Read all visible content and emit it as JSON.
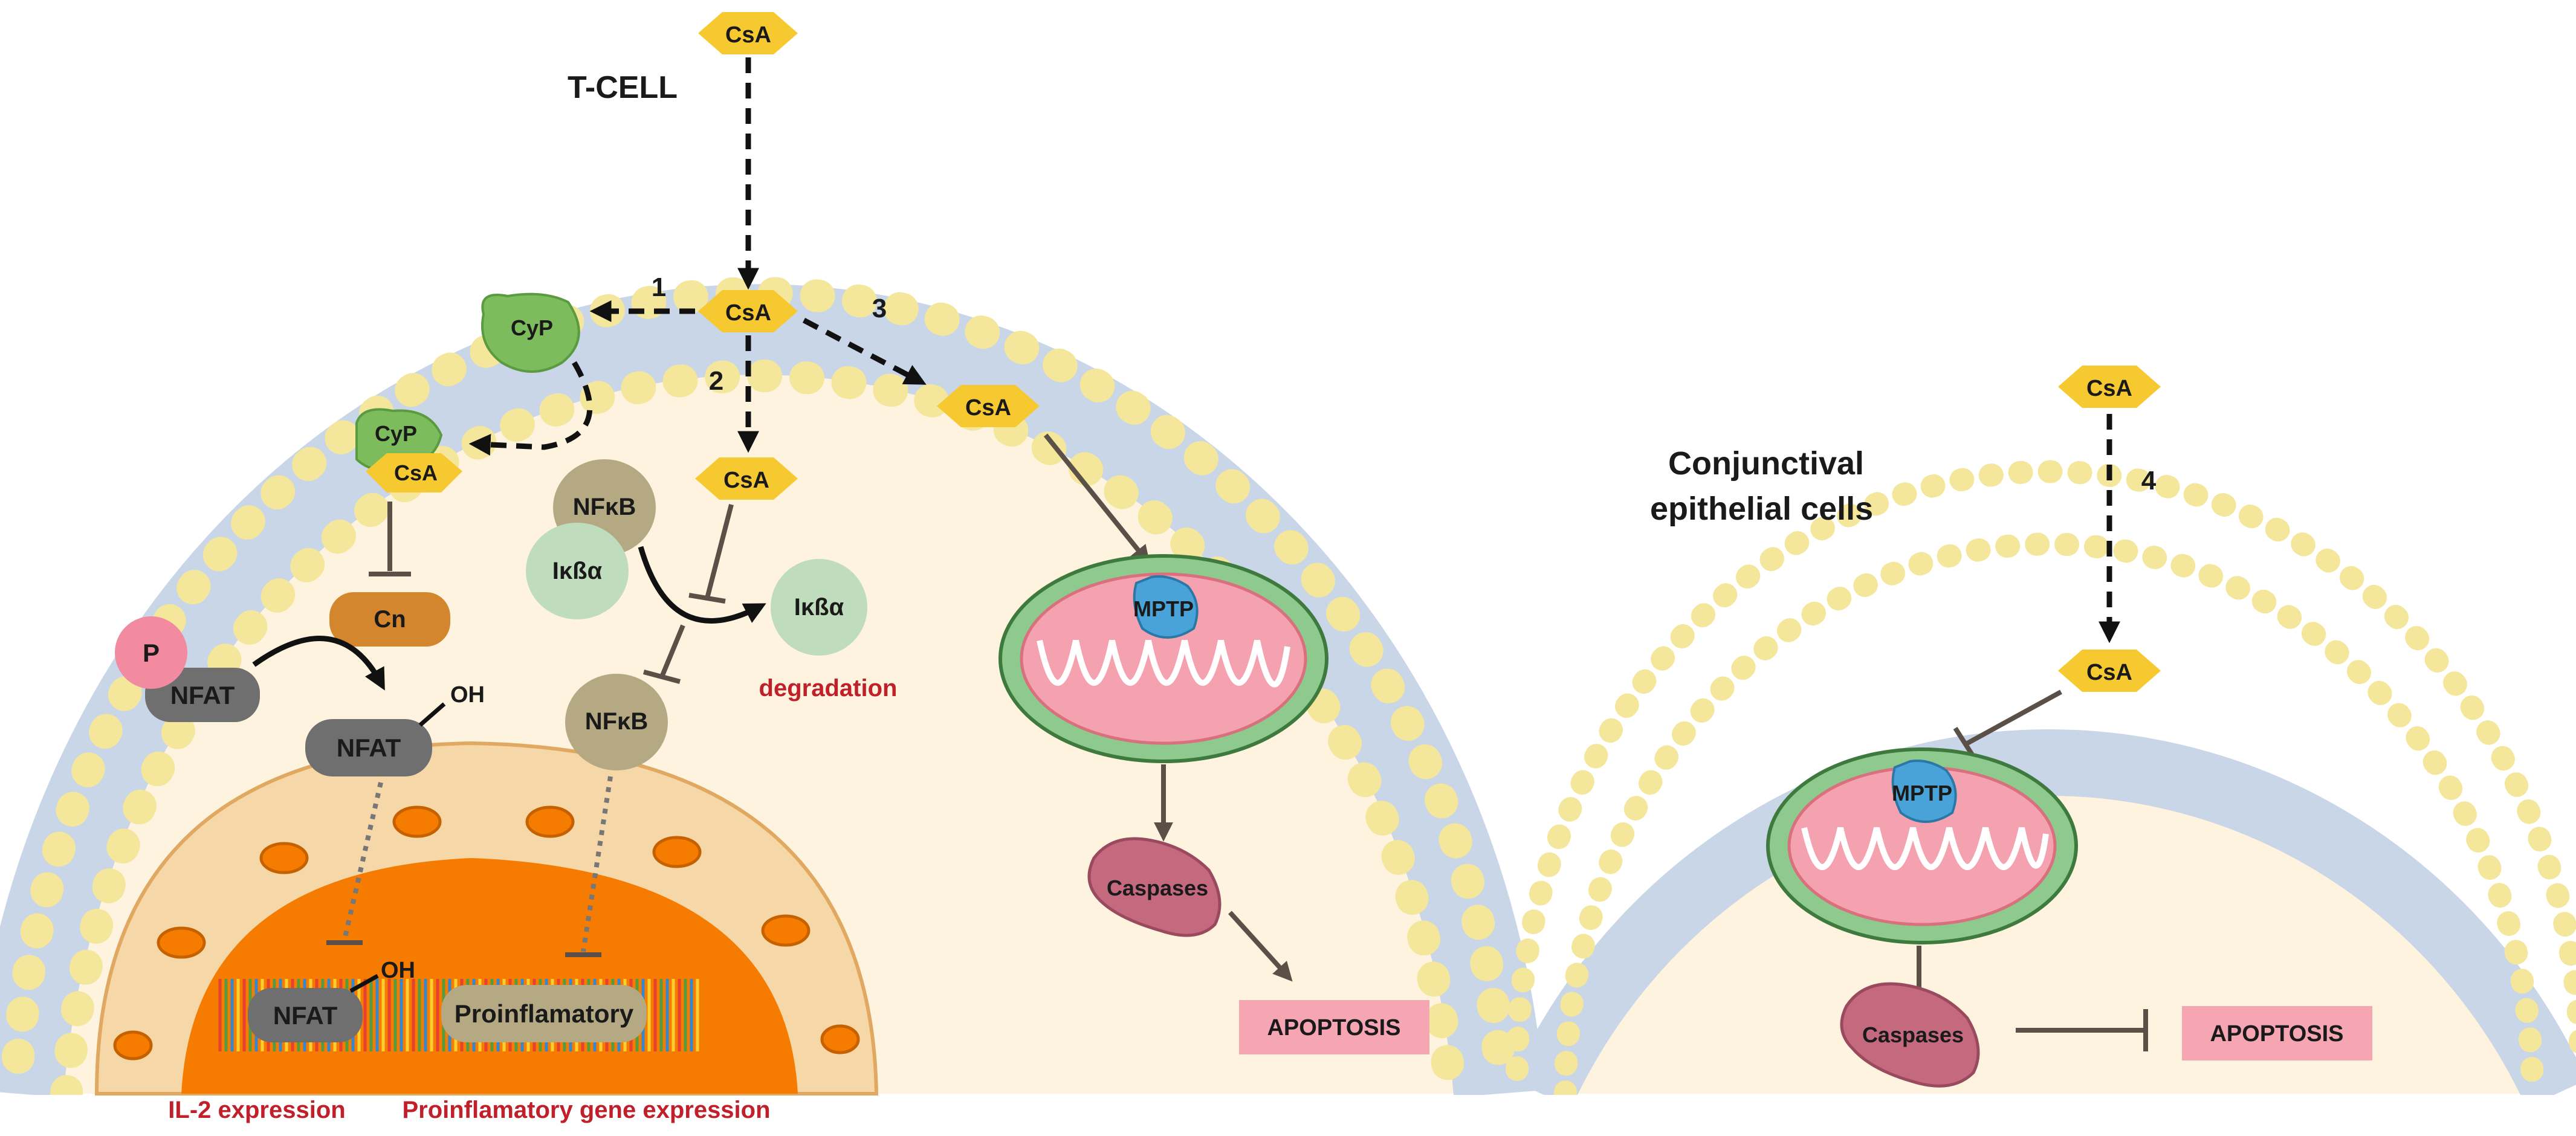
{
  "labels": {
    "tcell": "T-CELL",
    "conj_line1": "Conjunctival",
    "conj_line2": "epithelial cells",
    "csa": "CsA",
    "cyp": "CyP",
    "cn": "Cn",
    "p": "P",
    "nfat": "NFAT",
    "oh": "OH",
    "nfkb": "NFκB",
    "ikba": "Iκßα",
    "degradation": "degradation",
    "mptp": "MPTP",
    "caspases": "Caspases",
    "apoptosis": "APOPTOSIS",
    "proinflamatory": "Proinflamatory",
    "il2_expression": "IL-2 expression",
    "proinflam_gene_expression": "Proinflamatory gene expression",
    "step1": "1",
    "step2": "2",
    "step3": "3",
    "step4": "4"
  },
  "colors": {
    "membrane_head": "#f4e79c",
    "membrane_tail": "#c9d6e8",
    "cytoplasm": "#fdf3df",
    "nucleus": "#f57c00",
    "nuclear_envelope": "#f6d7a8",
    "csa": "#f7c930",
    "cyp": "#7cbc5c",
    "cn": "#d4862e",
    "p": "#f28aa0",
    "nfat": "#6f6f6f",
    "nfkb": "#b5a983",
    "ikba": "#bfdcbc",
    "mito_outer": "#8ec98e",
    "mito_inner": "#f4a2b0",
    "mptp": "#4aa3d8",
    "caspases": "#c4697e",
    "apoptosis": "#f6a6b3",
    "red_text": "#c0202a"
  }
}
